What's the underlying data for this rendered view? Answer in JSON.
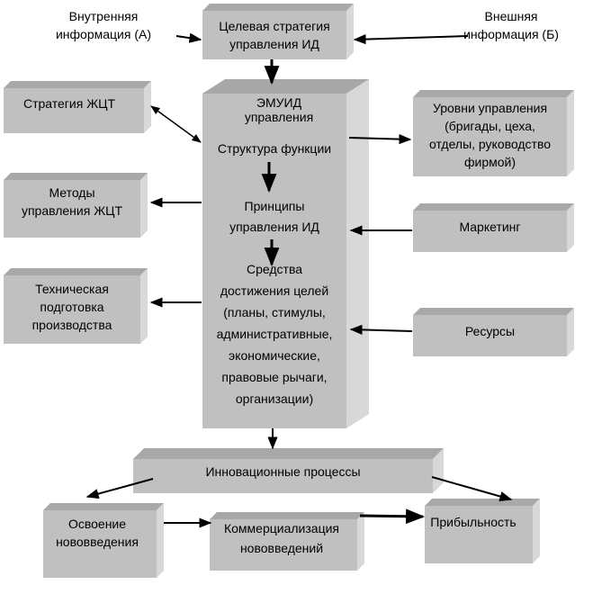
{
  "external": {
    "internal_info": "Внутренняя\nинформация (А)",
    "external_info": "Внешняя\nинформация (Б)"
  },
  "center": {
    "target_strategy": "Целевая стратегия\nуправления ИД",
    "emuid_title": "ЭМУИД\nуправления",
    "structure": "Структура функции",
    "principles": "Принципы\nуправления ИД",
    "means": "Средства\nдостижения целей\n(планы, стимулы,\nадминистративные,\nэкономические,\nправовые рычаги,\nорганизации)"
  },
  "left": {
    "zhct_strategy": "Стратегия ЖЦТ",
    "zhct_methods": "Методы\nуправления ЖЦТ",
    "tech_prep": "Техническая\nподготовка\nпроизводства"
  },
  "right": {
    "mgmt_levels": "Уровни управления\n(бригады, цеха,\nотделы, руководство\nфирмой)",
    "marketing": "Маркетинг",
    "resources": "Ресурсы"
  },
  "bottom": {
    "innovation": "Инновационные процессы",
    "mastering": "Освоение\nнововведения",
    "commercialization": "Коммерциализация\nнововведений",
    "profitability": "Прибыльность"
  },
  "colors": {
    "front": "#c0c0c0",
    "top": "#a8a8a8",
    "side": "#d8d8d8",
    "arrow": "#000000"
  }
}
